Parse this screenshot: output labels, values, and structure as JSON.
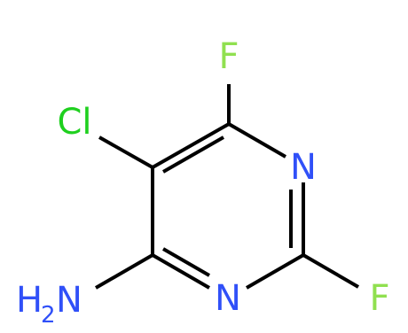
{
  "molecule": {
    "atoms": {
      "f_top": {
        "element": "F",
        "color": "#90e050"
      },
      "cl": {
        "element": "Cl",
        "color": "#1fd01f"
      },
      "n_right": {
        "element": "N",
        "color": "#3050f8"
      },
      "n_bottom": {
        "element": "N",
        "color": "#3050f8"
      },
      "f_right": {
        "element": "F",
        "color": "#90e050"
      },
      "amine": {
        "element": "H",
        "subscript": "2",
        "suffix": "N",
        "color": "#3050f8"
      }
    },
    "bond_color": "#000000"
  }
}
